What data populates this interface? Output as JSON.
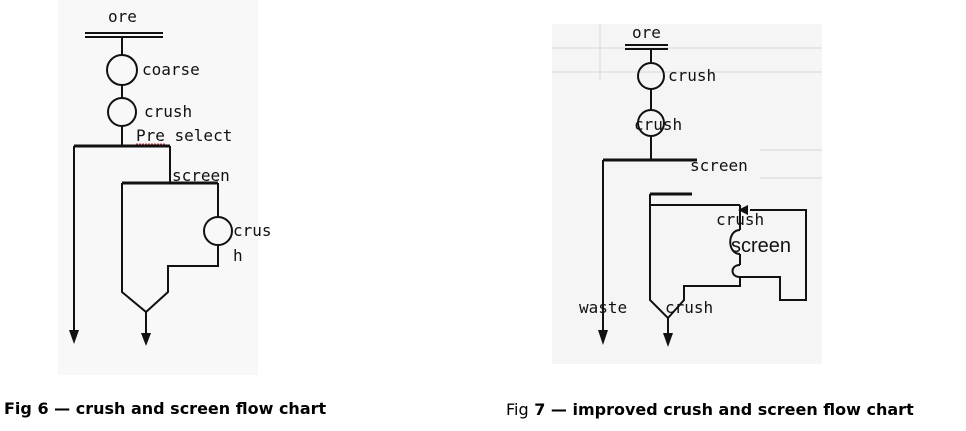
{
  "fig6": {
    "ore": "ore",
    "coarse": "coarse",
    "crush": "crush",
    "preselect": "Pre select",
    "screen": "screen",
    "crush2_a": "crus",
    "crush2_b": "h",
    "caption": "Fig 6  — crush and screen flow chart"
  },
  "fig7": {
    "ore": "ore",
    "crush": "crush",
    "crush2": "crush",
    "screen": "screen",
    "crush3": "crush",
    "screen2": "screen",
    "waste": "waste",
    "crush4": "crush",
    "caption_fig": "Fig",
    "caption_rest": " 7  — improved crush and screen flow chart"
  },
  "colors": {
    "line": "#111111",
    "background_tint": "#e9e9e9"
  }
}
